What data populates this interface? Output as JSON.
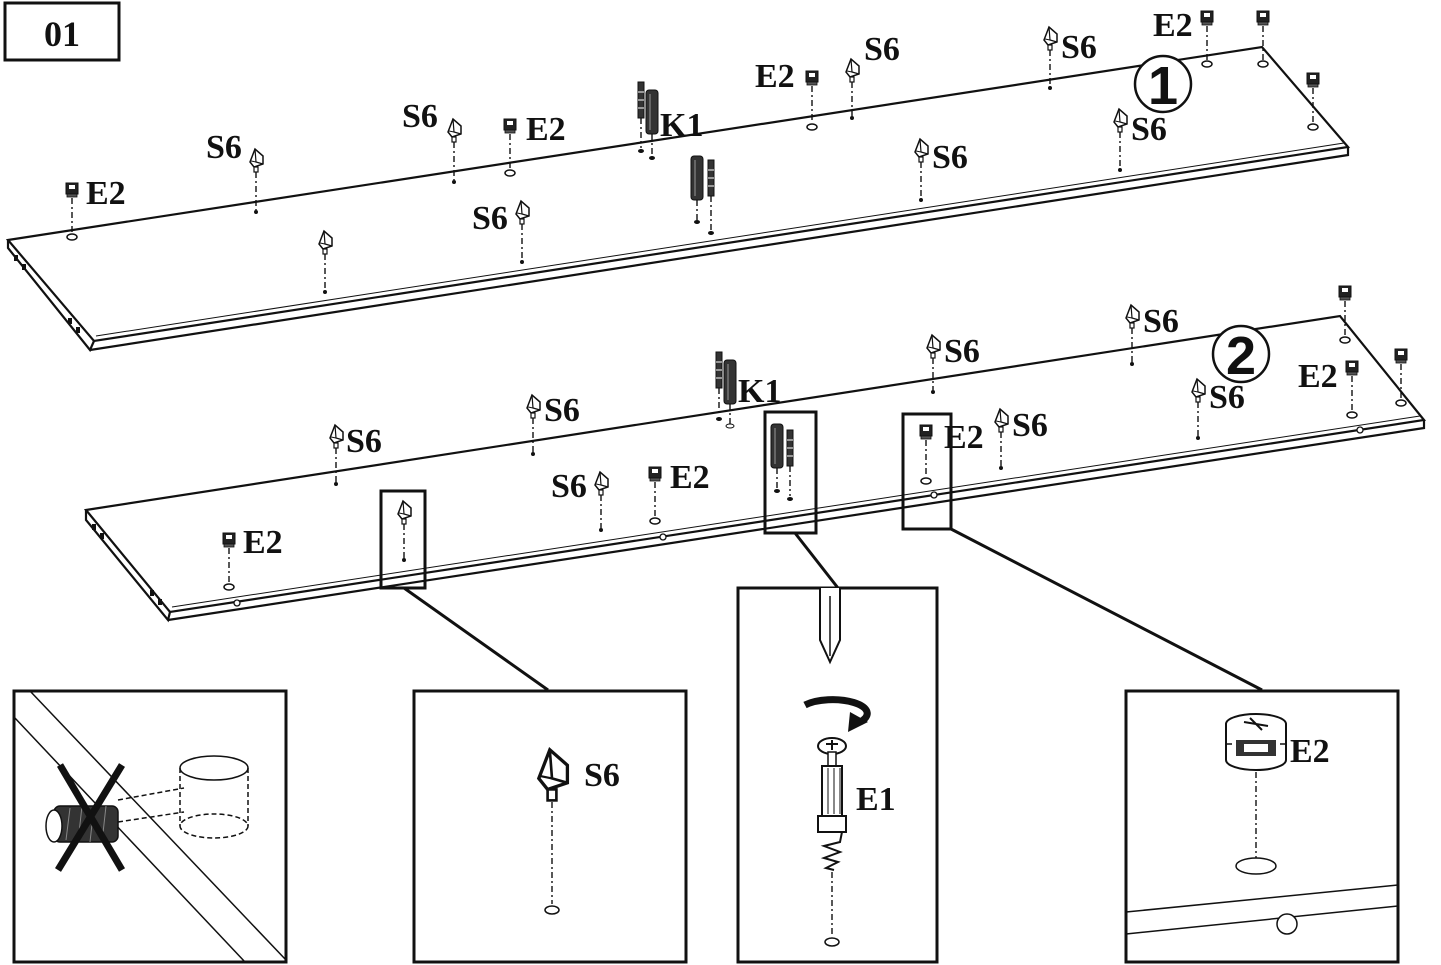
{
  "step": {
    "number": "01"
  },
  "panels": [
    {
      "id": "1",
      "label": "1"
    },
    {
      "id": "2",
      "label": "2"
    }
  ],
  "part_labels": {
    "E1": "E1",
    "E2": "E2",
    "S6": "S6",
    "K1": "K1"
  },
  "details": {
    "wrong": {
      "label": "",
      "icon": "crossed-out-dowel-icon"
    },
    "s6": {
      "label": "S6"
    },
    "e1": {
      "label": "E1",
      "icon": "screwdriver-rotate-icon"
    },
    "e2": {
      "label": "E2"
    }
  },
  "colors": {
    "ink": "#111111",
    "paper": "#ffffff"
  }
}
